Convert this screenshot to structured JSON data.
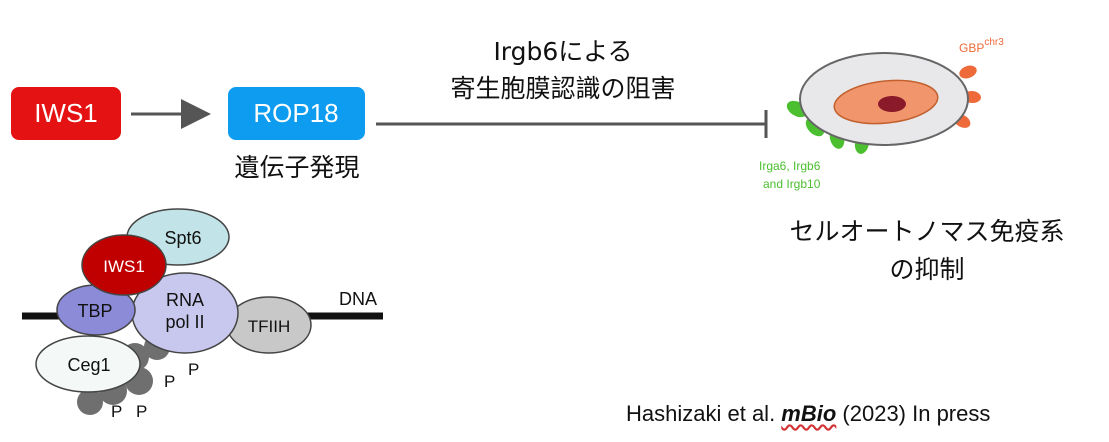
{
  "pathway": {
    "iws1_box_label": "IWS1",
    "rop18_box_label": "ROP18",
    "gene_expression_caption": "遺伝子発現",
    "inhibition_line1": "Irgb6による",
    "inhibition_line2": "寄生胞膜認識の阻害"
  },
  "parasite": {
    "gbp_label": "GBP",
    "gbp_superscript": "chr3",
    "irg_label_line1": "Irga6, Irgb6",
    "irg_label_line2": "and Irgb10"
  },
  "outcome": {
    "line1": "セルオートノマス免疫系",
    "line2": "の抑制"
  },
  "complex": {
    "spt6": "Spt6",
    "iws1": "IWS1",
    "tbp": "TBP",
    "rna_pol_line1": "RNA",
    "rna_pol_line2": "pol II",
    "tfiih": "TFIIH",
    "dna": "DNA",
    "ceg1": "Ceg1",
    "phospho": "P"
  },
  "citation": {
    "authors": "Hashizaki et al. ",
    "journal": "mBio",
    "rest": " (2023) In press"
  },
  "colors": {
    "iws1_red": "#e41212",
    "rop18_blue": "#0d9cf0",
    "gbp_orange": "#ef6a3a",
    "irg_green": "#4bbf2f",
    "pol2_lavender": "#c8c8ee",
    "tbp_purple": "#8b8bd8",
    "iws1_dark_red": "#c00000"
  }
}
